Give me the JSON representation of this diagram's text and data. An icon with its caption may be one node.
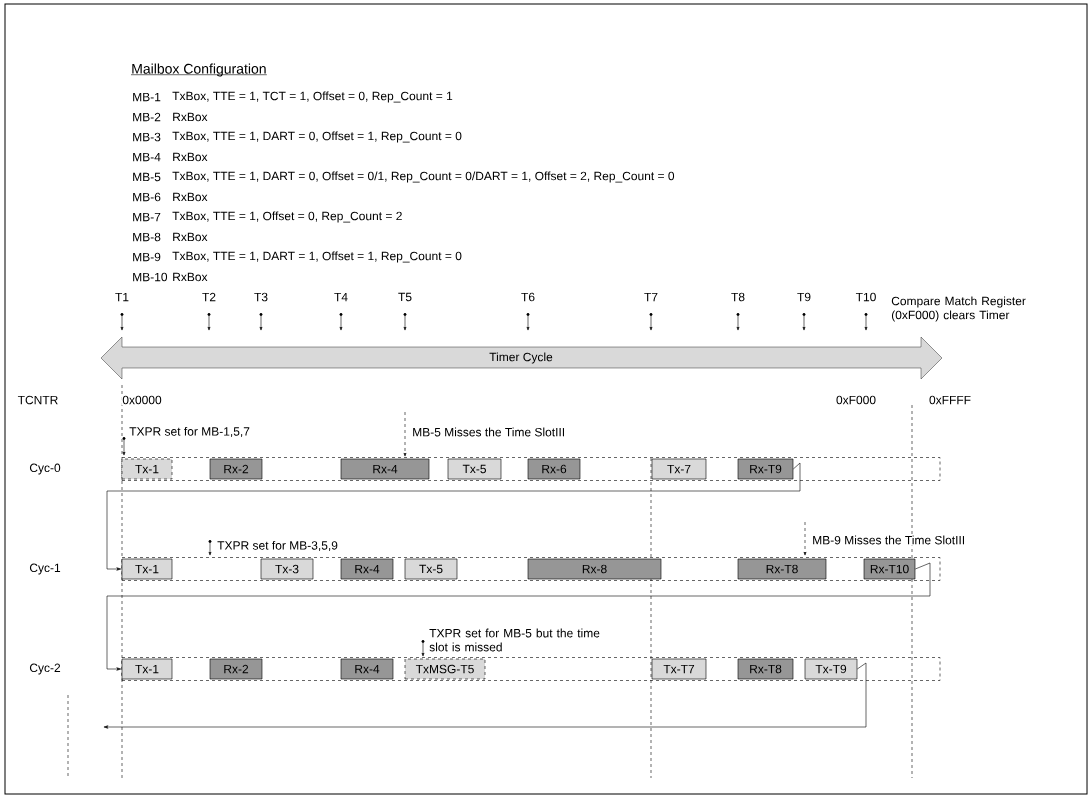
{
  "diagram": {
    "title": "Mailbox Configuration",
    "nodes": [
      {
        "text": [
          "Timer Cycle"
        ]
      },
      {
        "text": [],
        "shape": "box"
      },
      {
        "text": [
          "Tx-1"
        ],
        "in": 1
      },
      {
        "text": [
          "Rx-2"
        ],
        "in": 1
      },
      {
        "text": [
          "Rx-4"
        ],
        "in": 1
      },
      {
        "text": [
          "Tx-5"
        ],
        "in": 1
      },
      {
        "text": [
          "Rx-6"
        ],
        "in": 1
      },
      {
        "text": [
          "Tx-7"
        ],
        "in": 1
      },
      {
        "text": [
          "Rx-T9"
        ],
        "in": 1
      },
      {
        "text": [],
        "shape": "box"
      },
      {
        "text": [
          "Tx-1"
        ],
        "in": 9
      },
      {
        "text": [
          "Tx-3"
        ],
        "in": 9
      },
      {
        "text": [
          "Rx-4"
        ],
        "in": 9
      },
      {
        "text": [
          "Tx-5"
        ],
        "in": 9
      },
      {
        "text": [
          "Rx-8"
        ],
        "in": 9
      },
      {
        "text": [
          "Rx-T8"
        ],
        "in": 9
      },
      {
        "text": [
          "Rx-T10"
        ],
        "in": 9
      },
      {
        "text": [],
        "shape": "box"
      },
      {
        "text": [
          "Tx-1"
        ],
        "in": 17
      },
      {
        "text": [
          "Rx-2"
        ],
        "in": 17
      },
      {
        "text": [
          "Rx-4"
        ],
        "in": 17
      },
      {
        "text": [
          "TxMSG-T5"
        ],
        "in": 17
      },
      {
        "text": [
          "Tx-T7"
        ],
        "in": 17
      },
      {
        "text": [
          "Rx-T8"
        ],
        "in": 17
      },
      {
        "text": [
          "Tx-T9"
        ],
        "in": 17
      }
    ],
    "edges": [
      {
        "from": 8,
        "to": 10,
        "arrow": "to"
      },
      {
        "from": 16,
        "to": 18,
        "arrow": "to"
      },
      {
        "from": 24,
        "to": null,
        "arrow": "to"
      }
    ],
    "labels": [
      "MB-1",
      "TxBox, TTE = 1, TCT = 1, Offset = 0, Rep_Count = 1",
      "MB-2",
      "RxBox",
      "MB-3",
      "TxBox, TTE = 1, DART = 0, Offset = 1, Rep_Count = 0",
      "MB-4",
      "RxBox",
      "MB-5",
      "TxBox, TTE = 1, DART = 0, Offset = 0/1, Rep_Count = 0/DART = 1, Offset = 2, Rep_Count = 0",
      "MB-6",
      "RxBox",
      "MB-7",
      "TxBox, TTE = 1, Offset = 0, Rep_Count = 2",
      "MB-8",
      "RxBox",
      "MB-9",
      "TxBox, TTE = 1, DART = 1, Offset = 1, Rep_Count = 0",
      "MB-10",
      "RxBox",
      "T1",
      "T2",
      "T3",
      "T4",
      "T5",
      "T6",
      "T7",
      "T8",
      "T9",
      "T10",
      "Compare Match Register (0xF000) clears Timer",
      "TCNTR",
      "0x0000",
      "0xF000",
      "0xFFFF",
      "TXPR set for MB-1,5,7",
      "MB-5 Misses the Time SlotIII",
      "Cyc-0",
      "TXPR set for MB-3,5,9",
      "MB-9 Misses the Time SlotIII",
      "Cyc-1",
      "TXPR set for MB-5 but the time slot is missed",
      "Cyc-2"
    ]
  }
}
